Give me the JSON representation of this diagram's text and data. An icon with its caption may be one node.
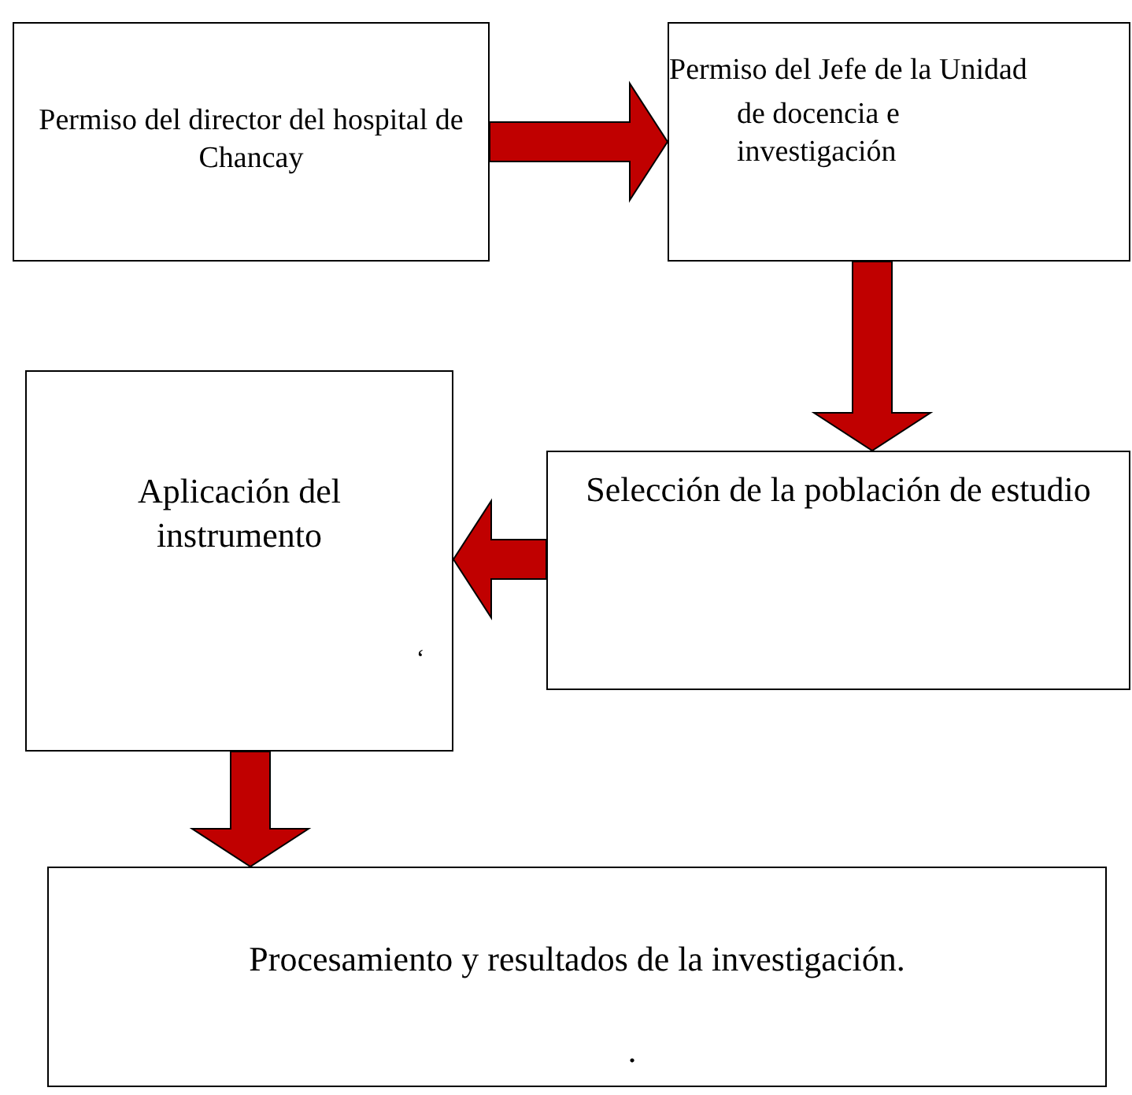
{
  "diagram": {
    "nodes": [
      {
        "text": [
          "Permiso del director del hospital de Chancay"
        ]
      },
      {
        "text": [
          "Permiso del Jefe de la Unidad",
          "de docencia e investigación"
        ]
      },
      {
        "text": [
          "Aplicación del instrumento",
          "‘"
        ]
      },
      {
        "text": [
          "Selección de la población de estudio"
        ]
      },
      {
        "text": [
          "Procesamiento y resultados de la investigación.",
          "."
        ]
      }
    ],
    "edges": [
      {
        "from": 0,
        "to": 1,
        "arrow": "to"
      },
      {
        "from": 1,
        "to": 3,
        "arrow": "to"
      },
      {
        "from": 3,
        "to": 2,
        "arrow": "to"
      },
      {
        "from": 2,
        "to": 4,
        "arrow": "to"
      }
    ]
  }
}
